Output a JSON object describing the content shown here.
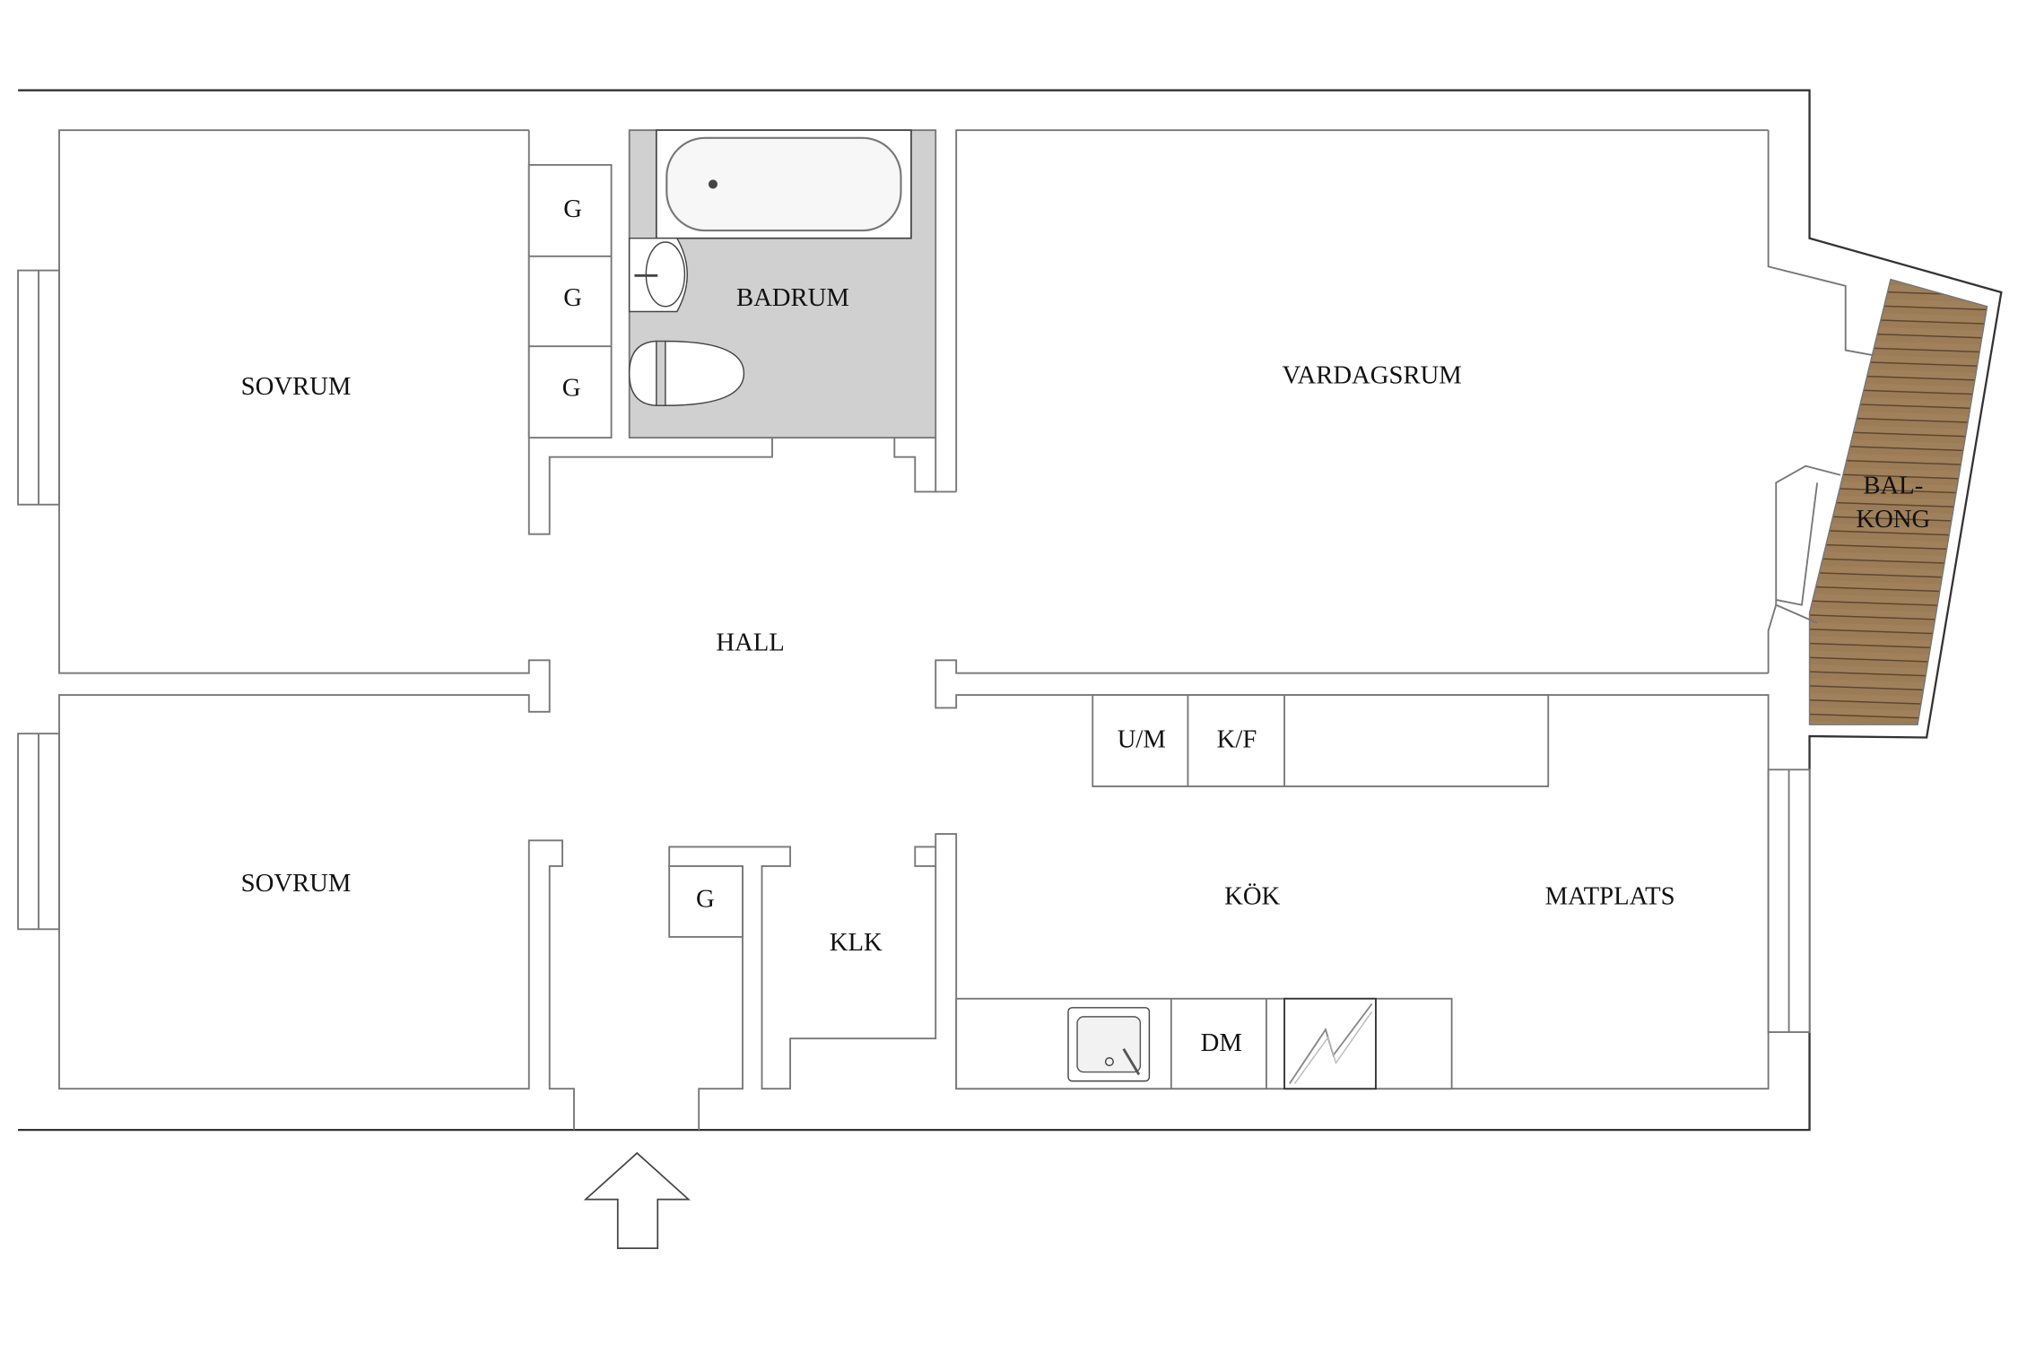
{
  "floorplan": {
    "rooms": {
      "sovrum_1": "SOVRUM",
      "sovrum_2": "SOVRUM",
      "badrum": "BADRUM",
      "vardagsrum": "VARDAGSRUM",
      "hall": "HALL",
      "kok": "KÖK",
      "matplats": "MATPLATS",
      "klk": "KLK",
      "balkong_line1": "BAL-",
      "balkong_line2": "KONG"
    },
    "fixtures": {
      "closet_1": "G",
      "closet_2": "G",
      "closet_3": "G",
      "closet_4": "G",
      "washer_dryer": "U/M",
      "fridge_freezer": "K/F",
      "dishwasher": "DM"
    },
    "colors": {
      "bathroom_floor": "#d0d0d0",
      "balcony_deck": "#9c7b55"
    }
  }
}
